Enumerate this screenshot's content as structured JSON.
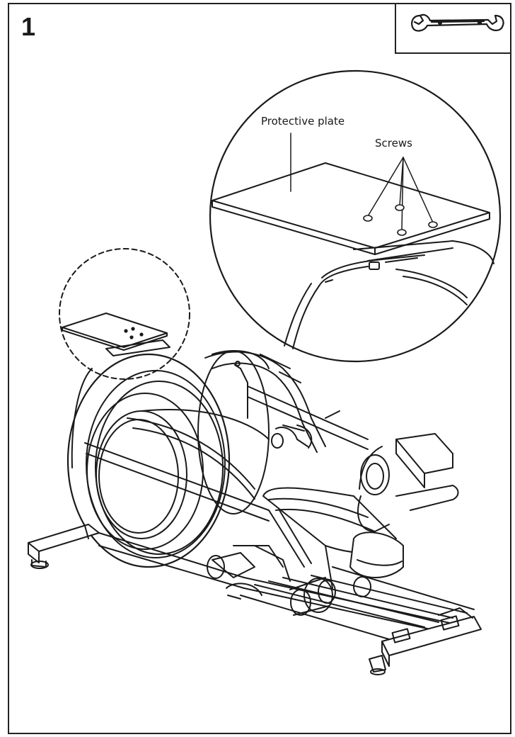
{
  "step": {
    "number": "1"
  },
  "tool": {
    "icon": "wrench-icon"
  },
  "detail": {
    "protective_plate_label": "Protective plate",
    "screws_label": "Screws"
  },
  "colors": {
    "ink": "#1a1a1a",
    "paper": "#ffffff"
  }
}
